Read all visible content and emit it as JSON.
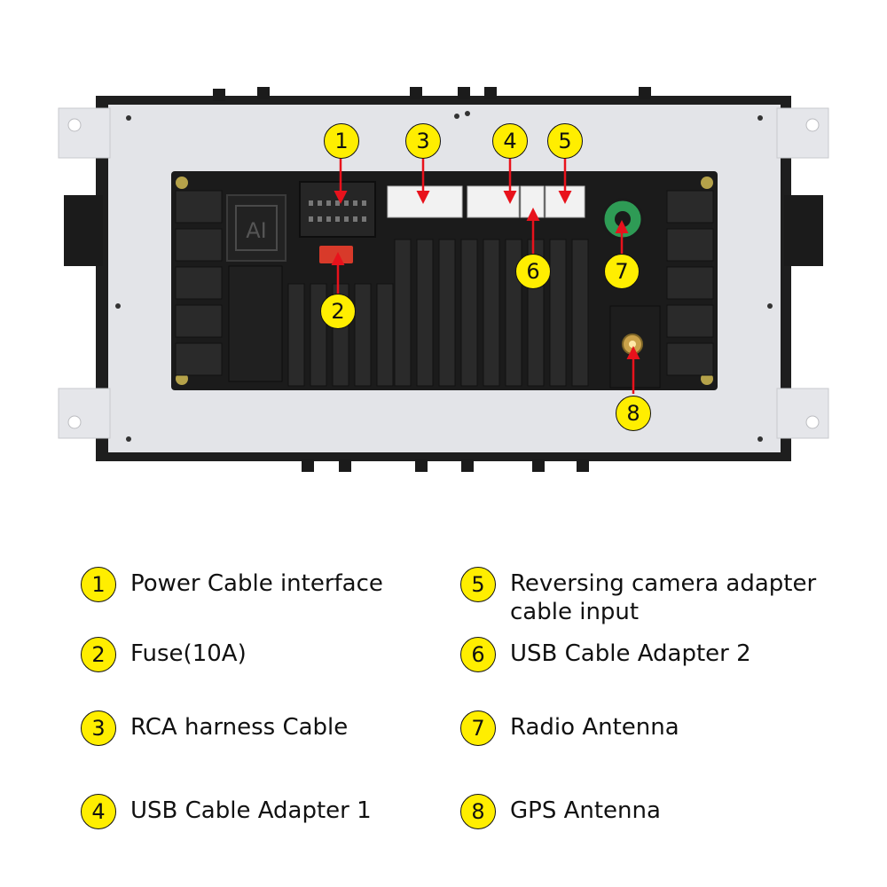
{
  "callouts": [
    {
      "number": "1"
    },
    {
      "number": "2"
    },
    {
      "number": "3"
    },
    {
      "number": "4"
    },
    {
      "number": "5"
    },
    {
      "number": "6"
    },
    {
      "number": "7"
    },
    {
      "number": "8"
    }
  ],
  "device_logo": "AI",
  "legend": [
    {
      "number": "1",
      "label": "Power Cable interface"
    },
    {
      "number": "2",
      "label": "Fuse(10A)"
    },
    {
      "number": "3",
      "label": "RCA harness Cable"
    },
    {
      "number": "4",
      "label": "USB Cable Adapter 1"
    },
    {
      "number": "5",
      "label_line1": "Reversing camera adapter",
      "label_line2": "cable input"
    },
    {
      "number": "6",
      "label": "USB Cable Adapter 2"
    },
    {
      "number": "7",
      "label": "Radio Antenna"
    },
    {
      "number": "8",
      "label": "GPS Antenna"
    }
  ],
  "colors": {
    "badge_fill": "#ffee00",
    "arrow": "#e8121c",
    "panel": "#e3e4e8",
    "housing": "#1b1b1b",
    "connector": "#f2f2f2",
    "fuse": "#d83a2a",
    "radio_socket": "#2e9b55"
  }
}
